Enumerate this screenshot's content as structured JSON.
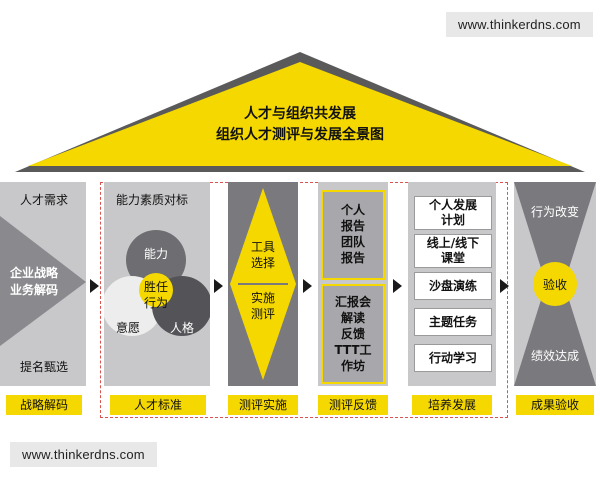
{
  "watermark_top": "www.thinkerdns.com",
  "watermark_bottom": "www.thinkerdns.com",
  "roof": {
    "title_line1": "人才与组织共发展",
    "title_line2": "组织人才测评与发展全景图"
  },
  "col1": {
    "top": "人才需求",
    "middle_line1": "企业战略",
    "middle_line2": "业务解码",
    "bottom": "提名甄选",
    "label": "战略解码"
  },
  "col2": {
    "top": "能力素质对标",
    "circle_ability": "能力",
    "circle_will": "意愿",
    "circle_character": "人格",
    "center_line1": "胜任",
    "center_line2": "行为",
    "label": "人才标准"
  },
  "col3": {
    "item1_line1": "工具",
    "item1_line2": "选择",
    "item2_line1": "实施",
    "item2_line2": "测评",
    "label": "测评实施"
  },
  "col4": {
    "box1": [
      "个人",
      "报告",
      "团队",
      "报告"
    ],
    "box2": [
      "汇报会",
      "解读",
      "反馈",
      "TTT工",
      "作坊"
    ],
    "label": "测评反馈"
  },
  "col5": {
    "items": [
      [
        "个人发展",
        "计划"
      ],
      [
        "线上/线下",
        "课堂"
      ],
      [
        "沙盘演练"
      ],
      [
        "主题任务"
      ],
      [
        "行动学习"
      ]
    ],
    "label": "培养发展"
  },
  "col6": {
    "top": "行为改变",
    "center": "验收",
    "bottom": "绩效达成",
    "label": "成果验收"
  },
  "colors": {
    "yellow": "#f5d800",
    "gray_light": "#c8c8ca",
    "gray_mid": "#a8a8ac",
    "gray_dark": "#7a7a7e",
    "dash_red": "#d9534f"
  }
}
